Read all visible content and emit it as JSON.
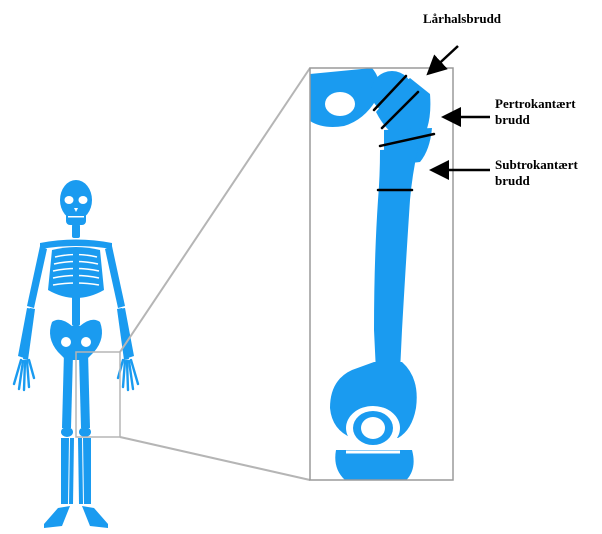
{
  "labels": {
    "femoral_neck": "Lårhalsbrudd",
    "pertrochanteric": [
      "Pertrokantært",
      "brudd"
    ],
    "subtrochanteric": [
      "Subtrokantært",
      "brudd"
    ]
  },
  "colors": {
    "bone": "#1a9bf0",
    "background": "#ffffff",
    "frame": "#b5b5b5",
    "lines": "#000000"
  }
}
